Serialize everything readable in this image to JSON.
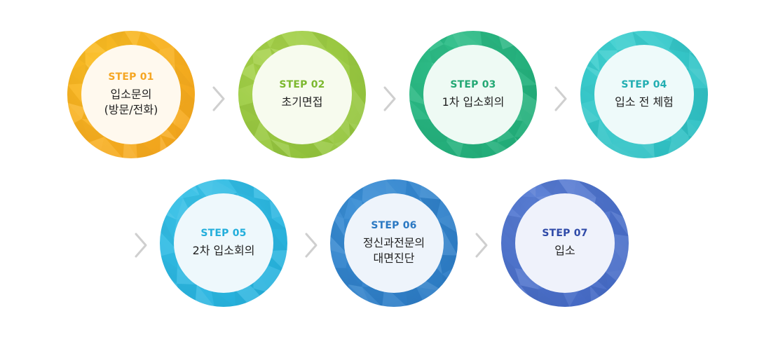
{
  "steps": [
    {
      "label": "STEP 01",
      "title": "입소문의\n(방문/전화)",
      "ring_color": "#fbbf24",
      "ring_dark": "#f4a21c",
      "inner_bg": "#fff9ee",
      "label_color": "#f5a623"
    },
    {
      "label": "STEP 02",
      "title": "초기면접",
      "ring_color": "#a7d34a",
      "ring_dark": "#8fc23a",
      "inner_bg": "#f7fbee",
      "label_color": "#7cb82f"
    },
    {
      "label": "STEP 03",
      "title": "1차 입소회의",
      "ring_color": "#2fc08a",
      "ring_dark": "#1faa76",
      "inner_bg": "#eefaf4",
      "label_color": "#23a874"
    },
    {
      "label": "STEP 04",
      "title": "입소 전 체험",
      "ring_color": "#3fd1d1",
      "ring_dark": "#2bbcc0",
      "inner_bg": "#eefafa",
      "label_color": "#22aeb2"
    },
    {
      "label": "STEP 05",
      "title": "2차 입소회의",
      "ring_color": "#38c2e8",
      "ring_dark": "#22aedb",
      "inner_bg": "#eef8fc",
      "label_color": "#22aedb"
    },
    {
      "label": "STEP 06",
      "title": "정신과전문의\n대면진단",
      "ring_color": "#3a8fd6",
      "ring_dark": "#2a78c2",
      "inner_bg": "#eef4fb",
      "label_color": "#2a78c2"
    },
    {
      "label": "STEP 07",
      "title": "입소",
      "ring_color": "#5a7fd6",
      "ring_dark": "#4166c2",
      "inner_bg": "#eff2fb",
      "label_color": "#2f4aa8"
    }
  ],
  "arrows": [
    {
      "icon": "chevron-right-icon",
      "color": "#cfcfcf"
    },
    {
      "icon": "chevron-right-icon",
      "color": "#cfcfcf"
    },
    {
      "icon": "chevron-right-icon",
      "color": "#cfcfcf"
    },
    {
      "icon": "chevron-right-icon",
      "color": "#cfcfcf"
    },
    {
      "icon": "chevron-right-icon",
      "color": "#cfcfcf"
    },
    {
      "icon": "chevron-right-icon",
      "color": "#cfcfcf"
    }
  ]
}
